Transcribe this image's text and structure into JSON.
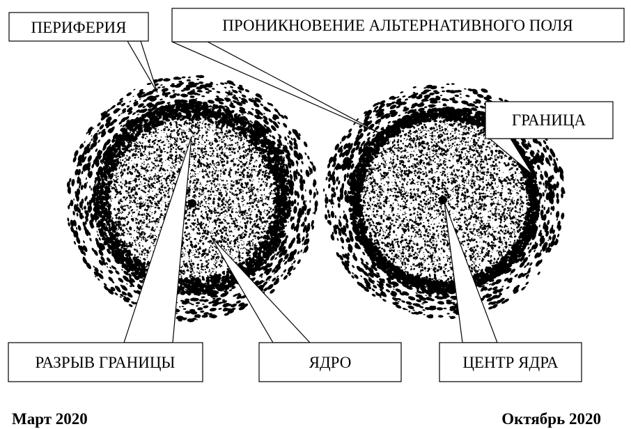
{
  "labels": {
    "periphery": "ПЕРИФЕРИЯ",
    "alt_field": "ПРОНИКНОВЕНИЕ АЛЬТЕРНАТИВНОГО ПОЛЯ",
    "boundary": "ГРАНИЦА",
    "boundary_break": "РАЗРЫВ ГРАНИЦЫ",
    "core": "ЯДРО",
    "core_center": "ЦЕНТР ЯДРА"
  },
  "captions": {
    "left": "Март 2020",
    "right": "Октябрь 2020"
  },
  "colors": {
    "ink": "#000000",
    "background": "#ffffff"
  }
}
